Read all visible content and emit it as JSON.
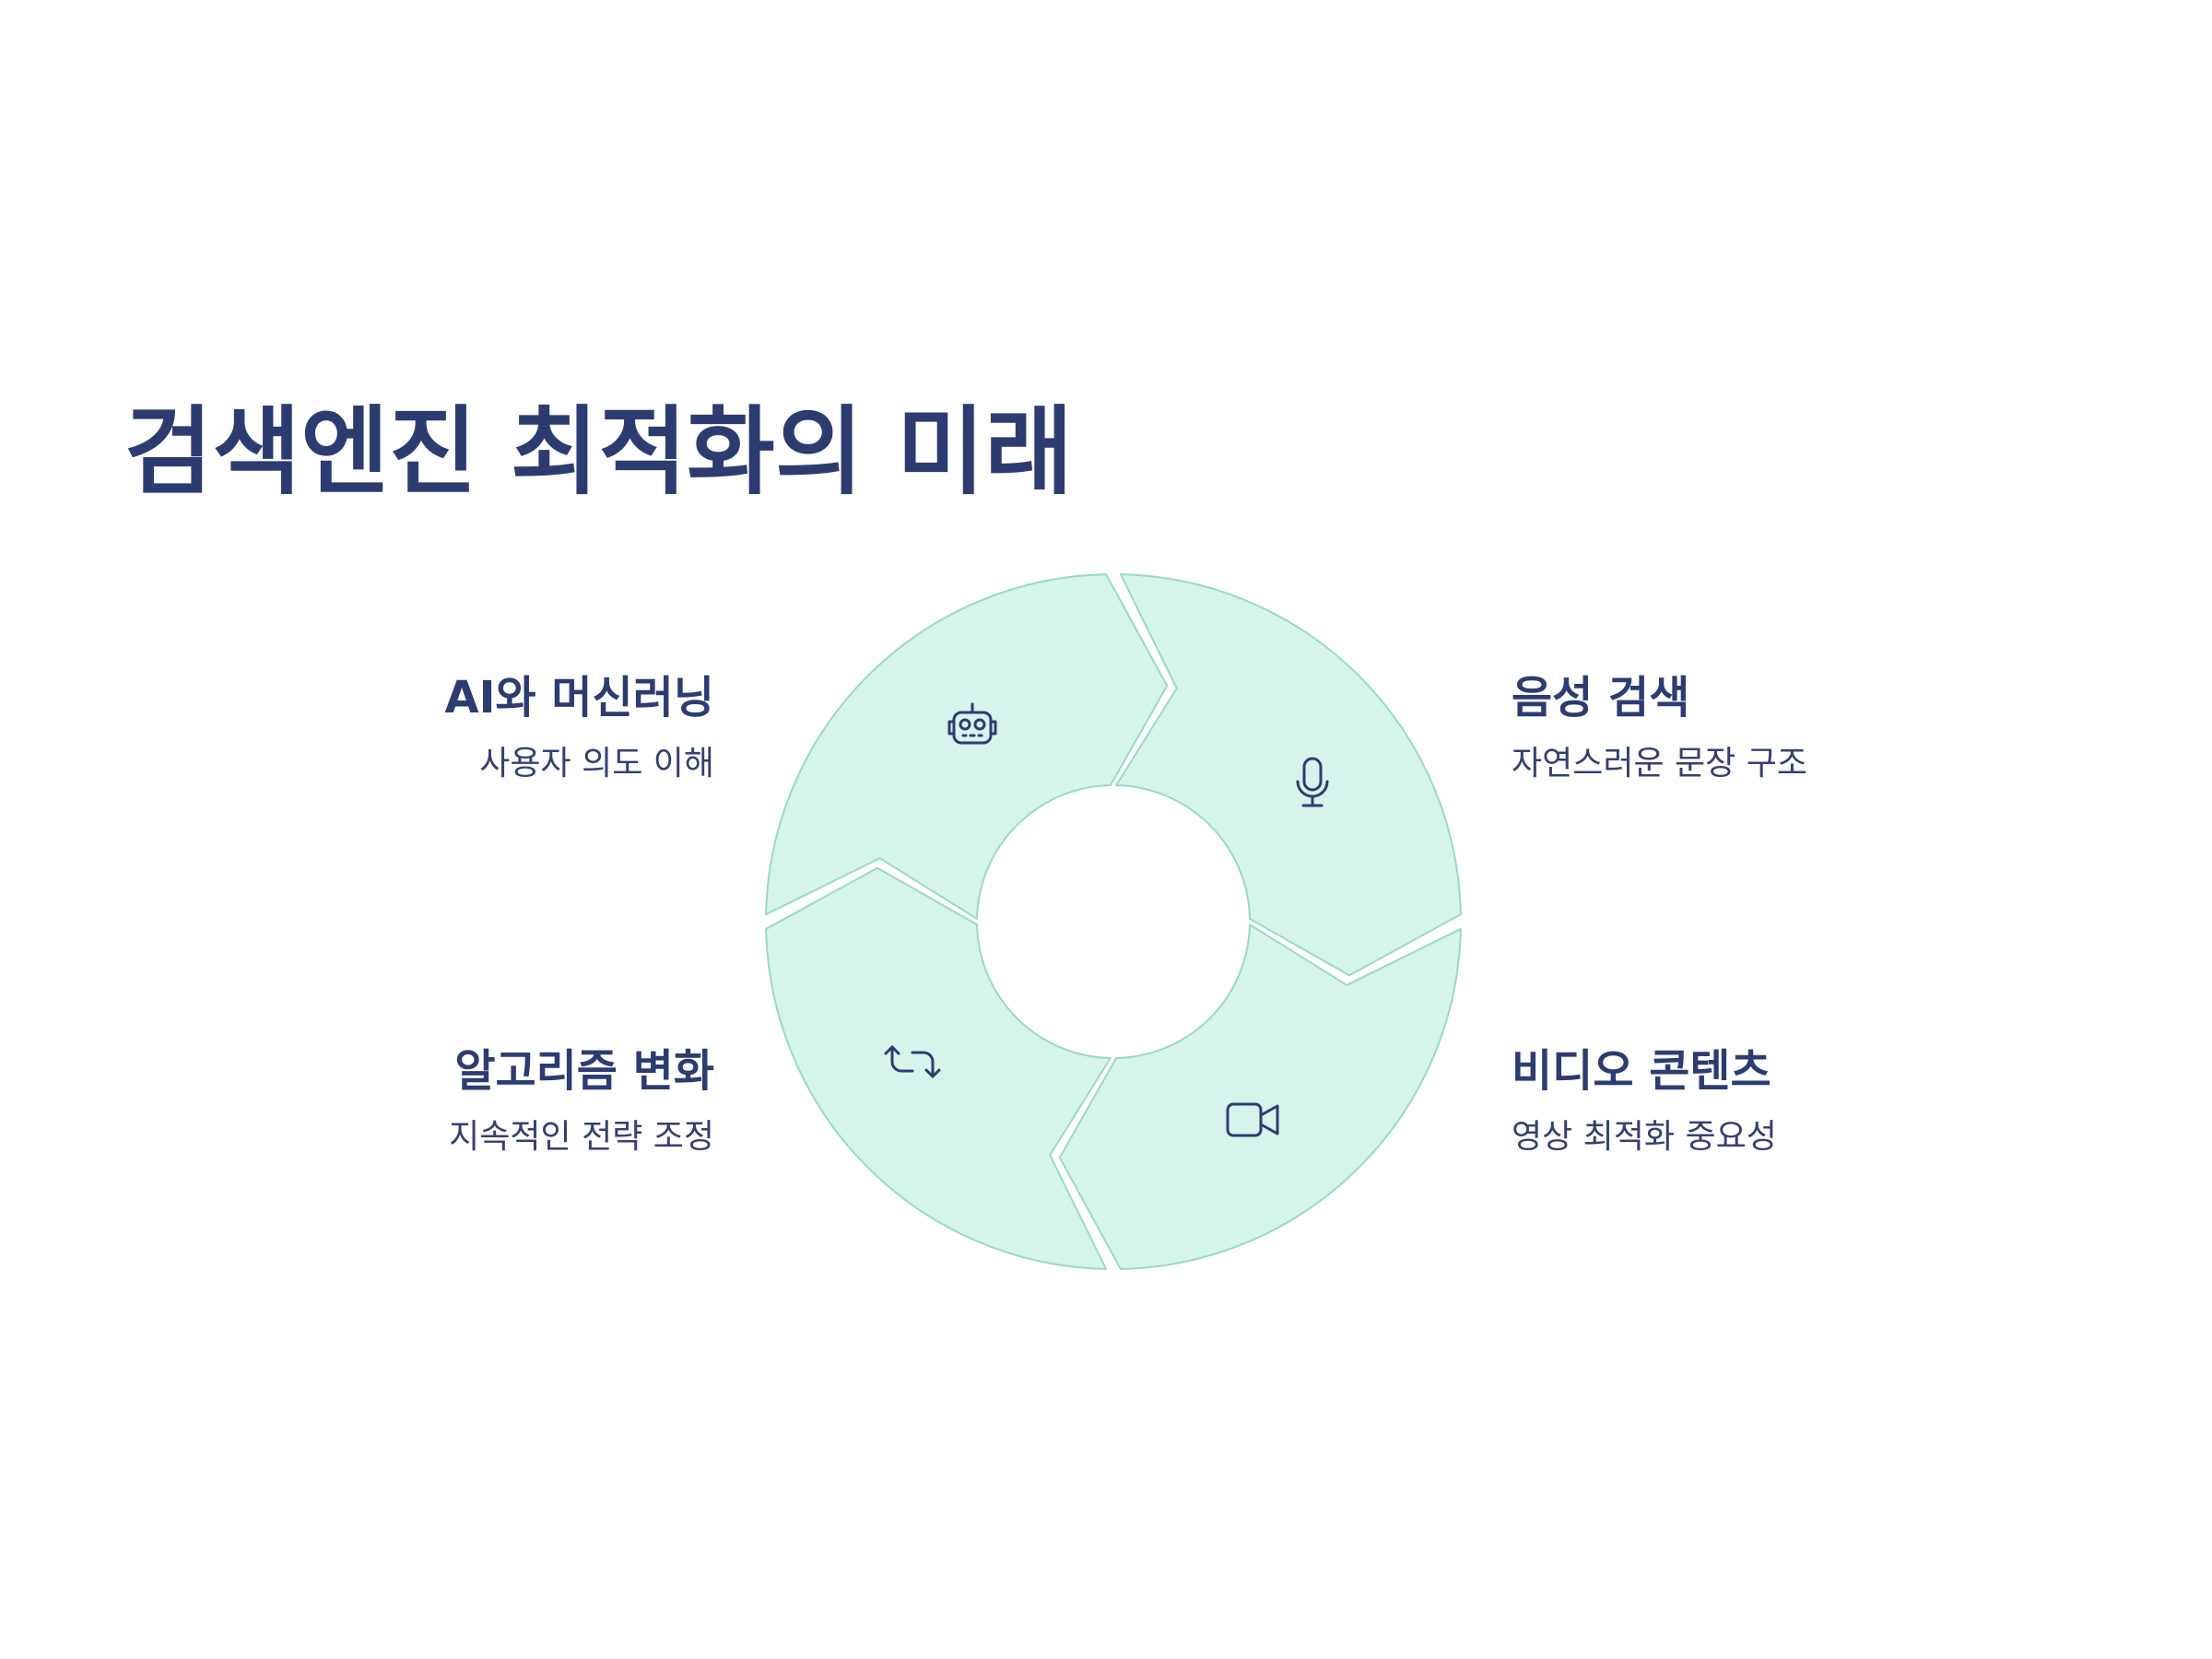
{
  "title": "검색엔진 최적화의 미래",
  "colors": {
    "segment_fill": "#d5f4ec",
    "segment_stroke": "#9bd8c6",
    "text": "#2d3c70",
    "icon": "#2d3c70"
  },
  "segments": [
    {
      "key": "ai",
      "heading": "AI와 머신러닝",
      "description": "사용자 의도 이해",
      "icon": "robot-icon"
    },
    {
      "key": "voice",
      "heading": "음성 검색",
      "description": "자연스러운 문장 구조",
      "icon": "microphone-icon"
    },
    {
      "key": "video",
      "heading": "비디오 콘텐츠",
      "description": "영상 최적화 중요성",
      "icon": "video-camera-icon"
    },
    {
      "key": "algorithm",
      "heading": "알고리즘 변화",
      "description": "지속적인 전략 조정",
      "icon": "repeat-arrows-icon"
    }
  ]
}
